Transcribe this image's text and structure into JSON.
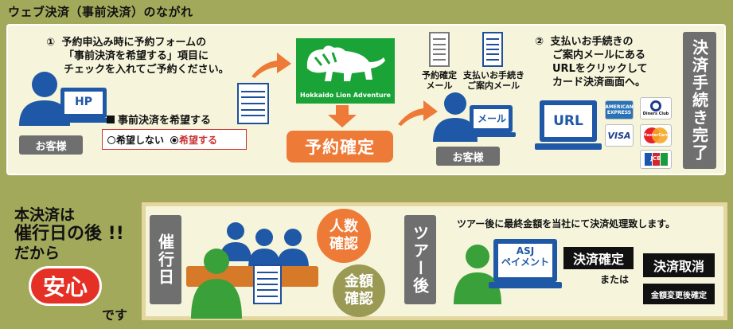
{
  "title": "ウェブ決済（事前決済）のながれ",
  "step1": {
    "number": "①",
    "lines": [
      "予約申込み時に予約フォームの",
      "「事前決済を希望する」項目に",
      "チェックを入れてご予約ください。"
    ]
  },
  "customer_label": "お客様",
  "laptop_hp": "HP",
  "form": {
    "heading": "事前決済を希望する",
    "option_no": "希望しない",
    "option_yes": "希望する"
  },
  "logo": {
    "brand": "Hokkaido Lion Adventure"
  },
  "confirm_button": "予約確定",
  "mail_confirm": [
    "予約確定",
    "メール"
  ],
  "mail_payment": [
    "支払いお手続き",
    "ご案内メール"
  ],
  "laptop_mail": "メール",
  "step2": {
    "number": "②",
    "lines": [
      "支払いお手続きの",
      "ご案内メールにある",
      "URLをクリックして",
      "カード決済画面へ。"
    ]
  },
  "url_label": "URL",
  "cards": [
    "AMERICAN EXPRESS",
    "Diners Club",
    "VISA",
    "MasterCard",
    "JCB"
  ],
  "complete_label": "決済手続き完了",
  "left_note": {
    "line1": "本決済は",
    "line2": "催行日の後 !!",
    "line3": "だから",
    "big": "安心",
    "line4": "です"
  },
  "tour_day": "催行日",
  "bubble_people": "人数\n確認",
  "bubble_amount": "金額\n確認",
  "after_tour": "ツアー後",
  "after_text": "ツアー後に最終金額を当社にて決済処理致します。",
  "laptop_asj": [
    "ASJ",
    "ペイメント"
  ],
  "settle_confirm": "決済確定",
  "or_text": "または",
  "settle_cancel": "決済取消",
  "amount_change": "金額変更後確定",
  "colors": {
    "accent": "#ee7a37",
    "brand_green": "#1aa336",
    "person_blue": "#1f58a6",
    "person_green": "#3aa03a"
  }
}
